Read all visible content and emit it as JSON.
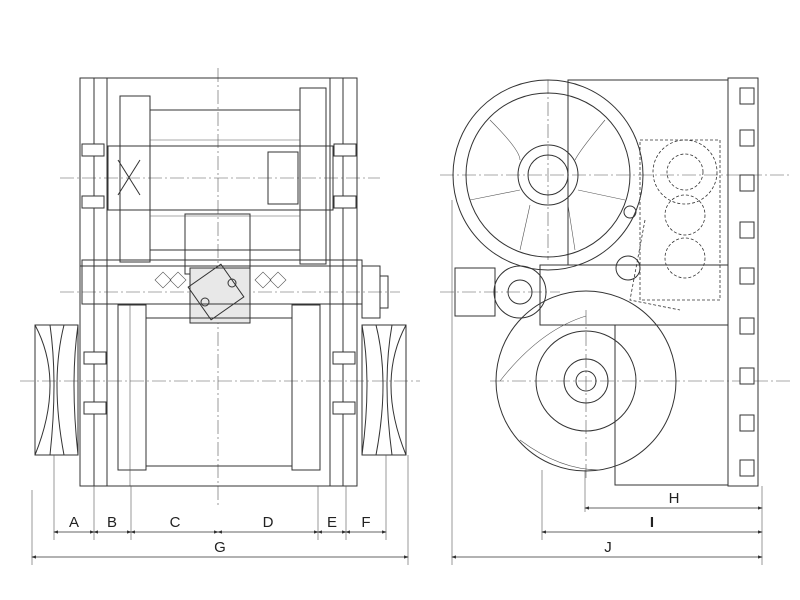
{
  "title": "Winch assembly dimension drawing",
  "dimensions": {
    "front_view": [
      "A",
      "B",
      "C",
      "D",
      "E",
      "F",
      "G"
    ],
    "side_view": [
      "H",
      "I",
      "J"
    ]
  },
  "labels": {
    "A": "A",
    "B": "B",
    "C": "C",
    "D": "D",
    "E": "E",
    "F": "F",
    "G": "G",
    "H": "H",
    "I": "I",
    "J": "J"
  }
}
